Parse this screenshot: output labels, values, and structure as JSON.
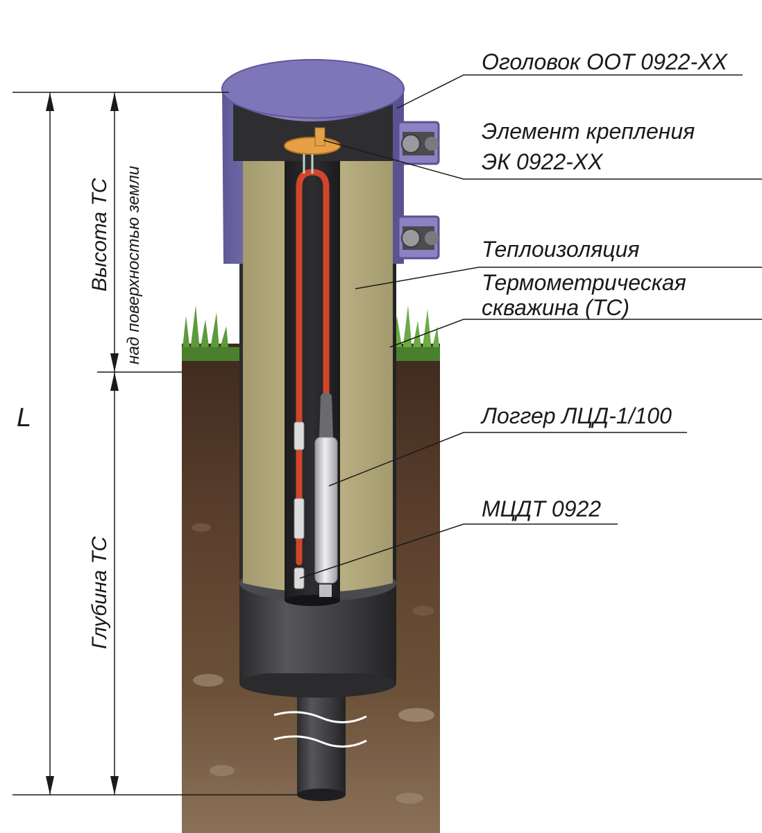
{
  "labels": {
    "header": "Оголовок ООТ 0922-XX",
    "mount_line1": "Элемент крепления",
    "mount_line2": "ЭК 0922-XX",
    "insulation": "Теплоизоляция",
    "well_line1": "Термометрическая",
    "well_line2": "скважина (ТС)",
    "logger": "Логгер ЛЦД-1/100",
    "sensor": "МЦДТ 0922"
  },
  "dimensions": {
    "total_length": "L",
    "height_above": "Высота ТС",
    "height_above_note": "над поверхностью земли",
    "depth": "Глубина ТС"
  },
  "colors": {
    "cap": "#7e76b8",
    "cap_dark": "#5f5896",
    "insulation": "#b5ab7e",
    "pipe": "#3a3a3c",
    "cable": "#d2452a",
    "soil": "#5a3e2c",
    "grass": "#5c9a3a"
  }
}
